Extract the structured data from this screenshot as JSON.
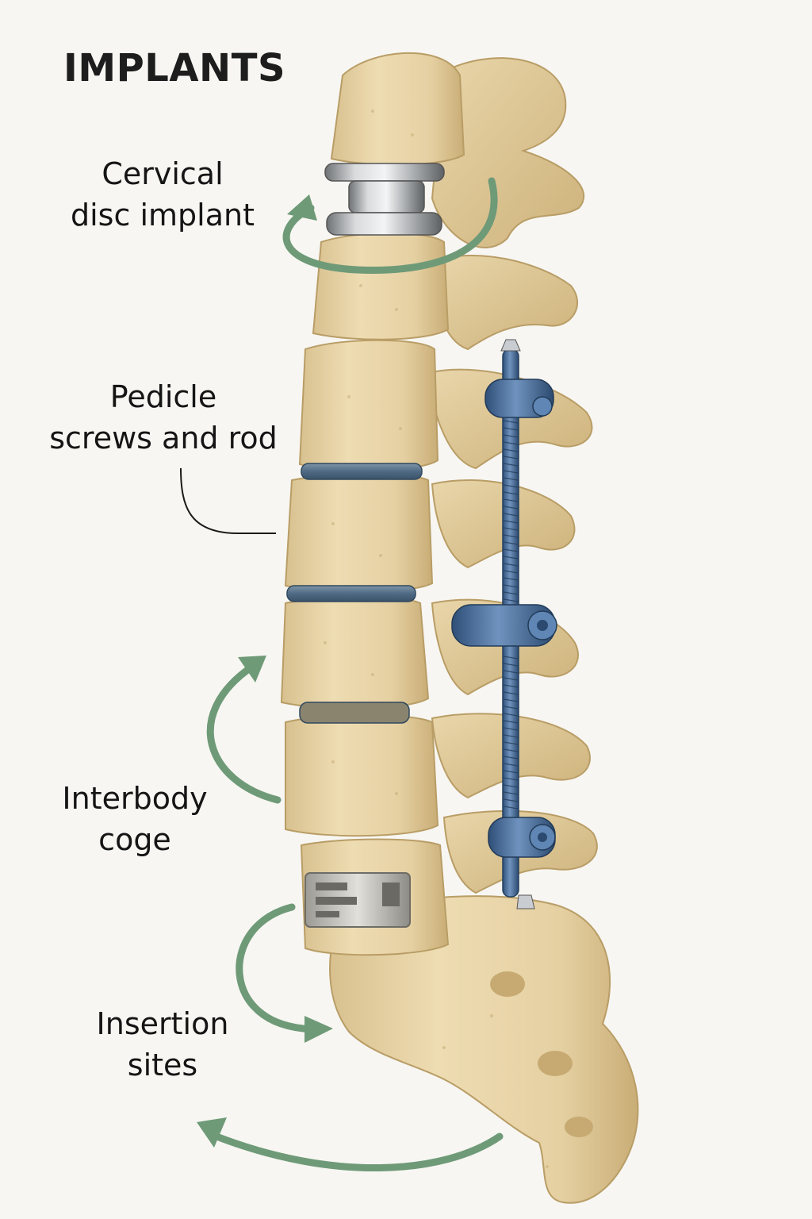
{
  "title": "IMPLANTS",
  "labels": {
    "cervical": [
      "Cervical",
      "disc implant"
    ],
    "pedicle": [
      "Pedicle",
      "screws and rod"
    ],
    "interbody": [
      "Interbody",
      "coge"
    ],
    "insertion": [
      "Insertion",
      "sites"
    ]
  },
  "colors": {
    "background": "#f7f6f2",
    "bone": "#e6d3a6",
    "bone_shadow": "#c9b07a",
    "disc_implant_metal": "#b7b9bb",
    "rod_and_screws": "#4a6f9a",
    "arrow": "#6f9a78",
    "leader_line": "#1a1a1a",
    "text": "#151515"
  },
  "icons": [
    "curved-arrow-icon",
    "leader-line"
  ]
}
